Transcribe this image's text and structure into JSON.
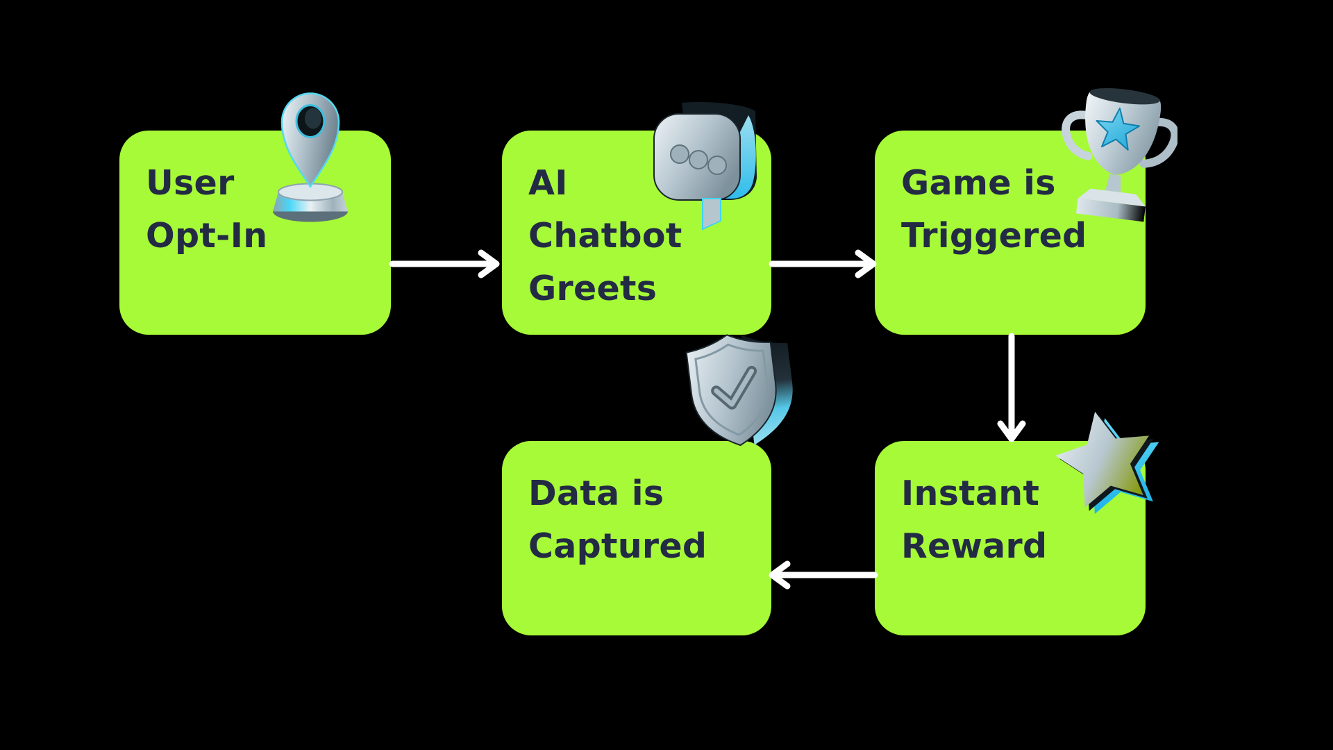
{
  "flowchart": {
    "nodes": [
      {
        "id": "user-opt-in",
        "lines": [
          "User",
          "Opt-In"
        ],
        "icon": "location-pin"
      },
      {
        "id": "ai-chatbot-greets",
        "lines": [
          "AI",
          "Chatbot",
          "Greets"
        ],
        "icon": "chat-bubble"
      },
      {
        "id": "game-is-triggered",
        "lines": [
          "Game is",
          "Triggered"
        ],
        "icon": "trophy"
      },
      {
        "id": "instant-reward",
        "lines": [
          "Instant",
          "Reward"
        ],
        "icon": "star"
      },
      {
        "id": "data-is-captured",
        "lines": [
          "Data is",
          "Captured"
        ],
        "icon": "shield-check"
      }
    ],
    "edges": [
      {
        "from": "user-opt-in",
        "to": "ai-chatbot-greets",
        "direction": "right"
      },
      {
        "from": "ai-chatbot-greets",
        "to": "game-is-triggered",
        "direction": "right"
      },
      {
        "from": "game-is-triggered",
        "to": "instant-reward",
        "direction": "down"
      },
      {
        "from": "instant-reward",
        "to": "data-is-captured",
        "direction": "left"
      }
    ],
    "colors": {
      "node_fill": "#A6FA37",
      "node_text": "#232A44",
      "arrow": "#FFFFFF",
      "background": "#000000",
      "icon_silver": "#B9C8D1",
      "icon_cyan": "#4FD8F7",
      "icon_star_blue": "#2FB5E3"
    }
  }
}
